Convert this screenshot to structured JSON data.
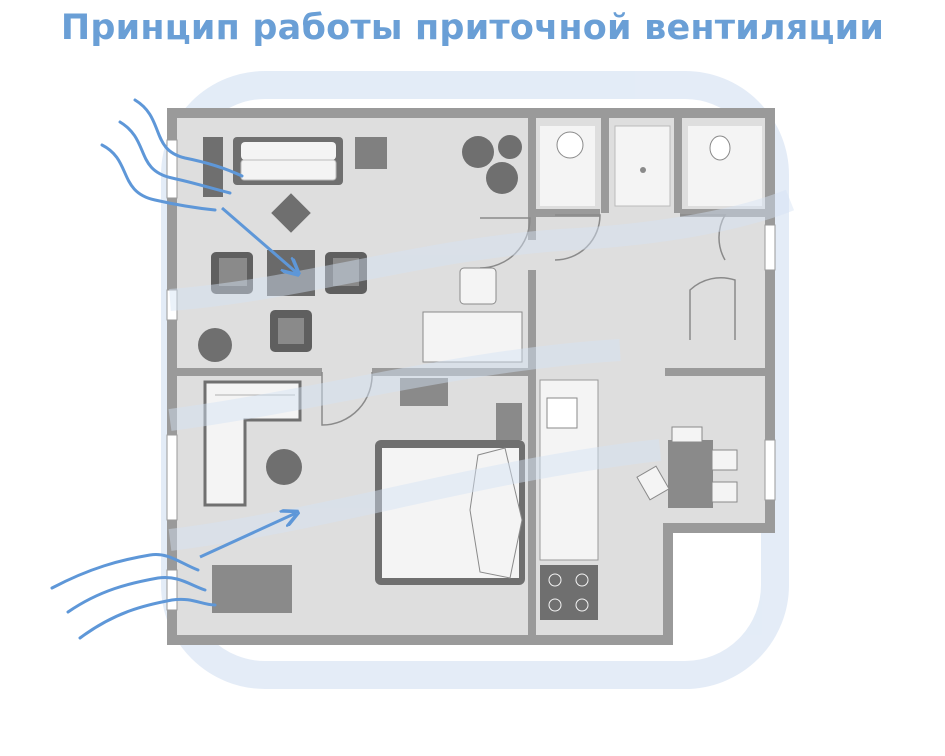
{
  "title": "Принцип работы приточной вентиляции",
  "colors": {
    "title": "#6a9fd6",
    "airflow": "#5e97d8",
    "watermark": "#dfe9f6",
    "wall": "#9a9a9a",
    "floor": "#dedede",
    "furniture_dark": "#6f6f6f",
    "furniture_light": "#f4f4f4",
    "window": "#ffffff"
  },
  "icons": {
    "logo": "watermark-logo-icon",
    "airflow": "wavy-airflow-icon",
    "arrow": "arrow-icon"
  },
  "diagram": {
    "kind": "apartment-floor-plan",
    "inlets": 2,
    "arrows": 2
  }
}
